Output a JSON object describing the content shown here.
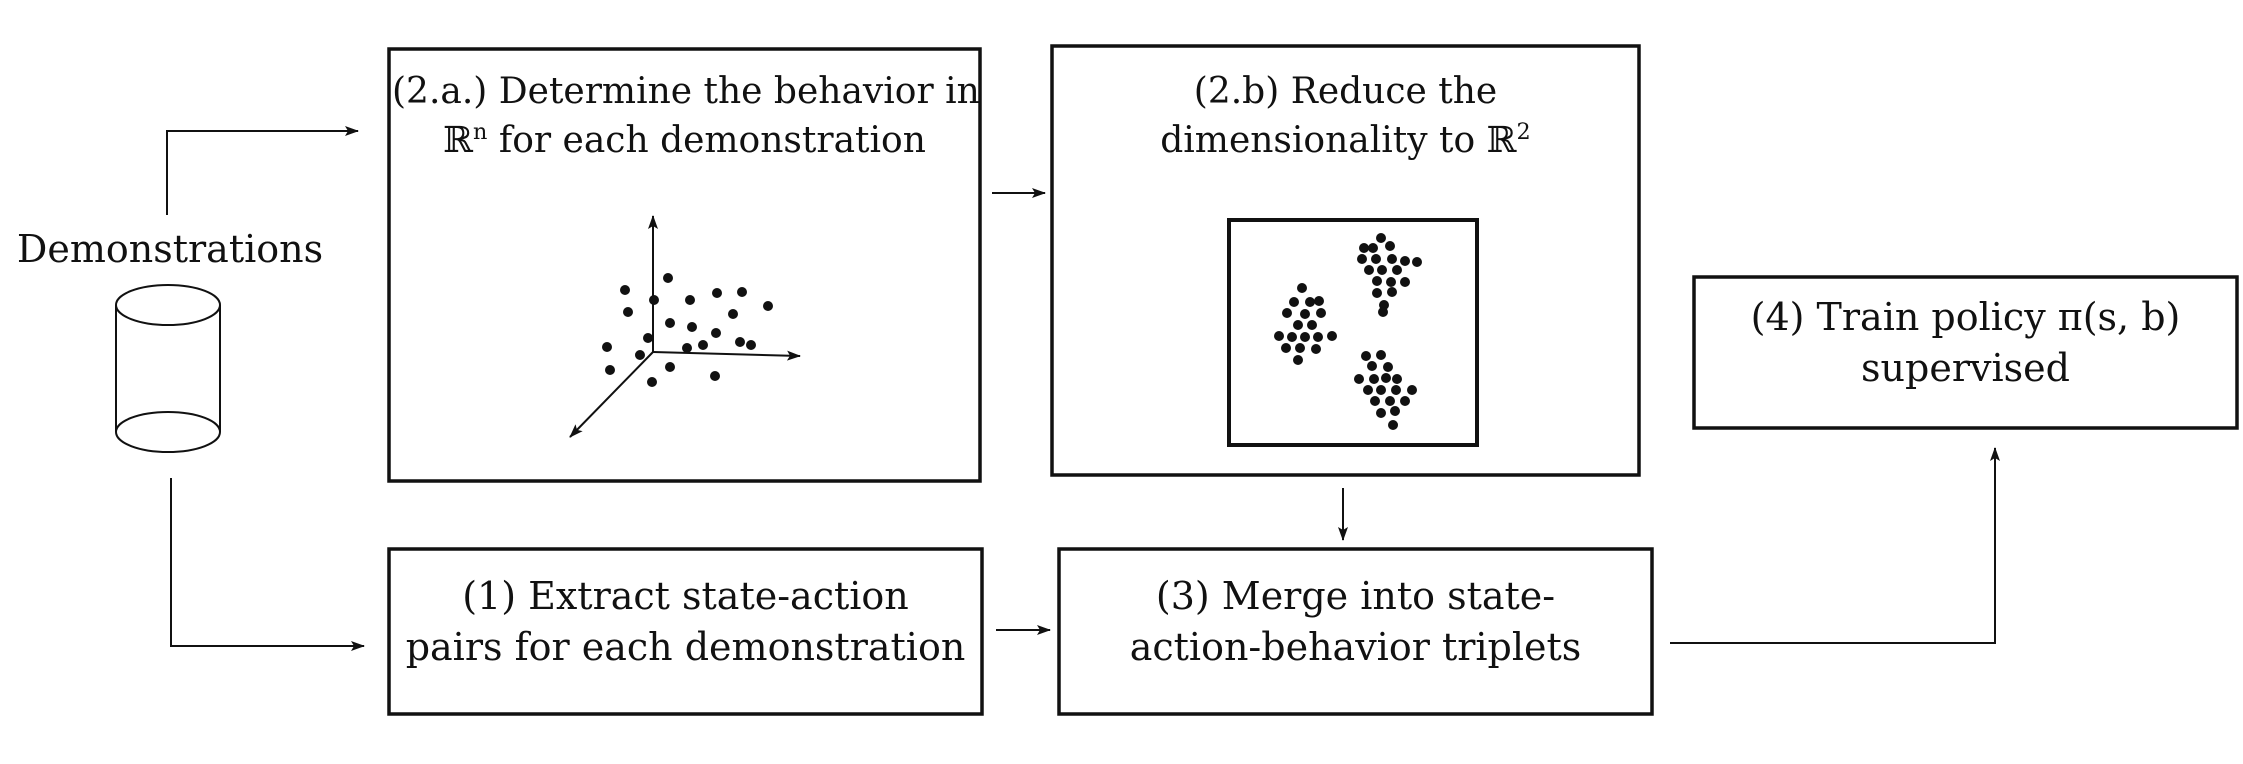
{
  "source": {
    "label": "Demonstrations",
    "icon": "database-cylinder-icon"
  },
  "step_2a": {
    "line1": "(2.a.) Determine the behavior in",
    "line2_prefix": "ℝ",
    "line2_sup": "n",
    "line2_suffix": " for each demonstration",
    "icon": "3d-scatter-plot-icon"
  },
  "step_2b": {
    "line1": "(2.b) Reduce the",
    "line2_prefix": "dimensionality to ℝ",
    "line2_sup": "2",
    "icon": "2d-cluster-plot-icon"
  },
  "step_1": {
    "line1": "(1) Extract state-action",
    "line2": "pairs for each demonstration"
  },
  "step_3": {
    "line1": "(3) Merge into state-",
    "line2": "action-behavior triplets"
  },
  "step_4": {
    "line1": "(4) Train policy π(s, b)",
    "line2": "supervised"
  }
}
